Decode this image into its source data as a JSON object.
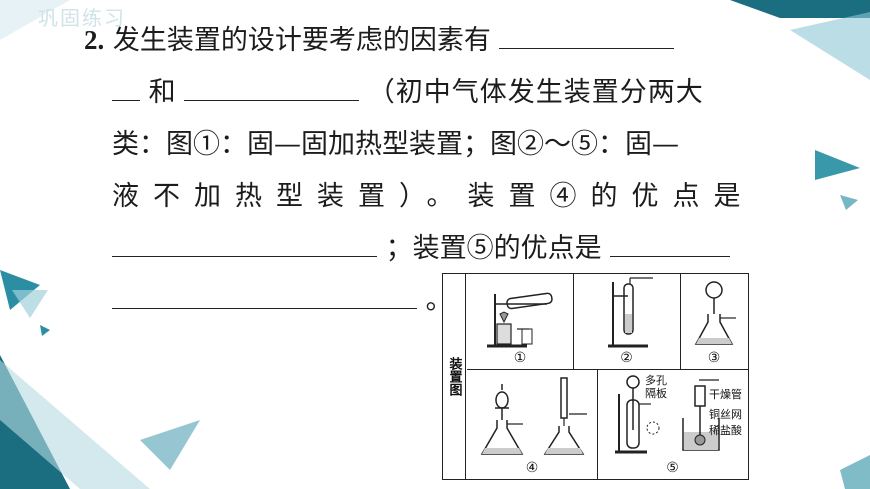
{
  "header": {
    "title": "巩固练习"
  },
  "question": {
    "number": "2.",
    "line1": "发生装置的设计要考虑的因素有",
    "line2_and": "和",
    "line2_text": "（初中气体发生装置分两大",
    "line3": "类：图①：固—固加热型装置；图②～⑤：固—",
    "line4": "液不加热型装置）。装置④的优点是",
    "line5": "；装置⑤的优点是",
    "line6_end": "。"
  },
  "figure": {
    "side_label": "装置图",
    "cells": [
      {
        "num": "①"
      },
      {
        "num": "②"
      },
      {
        "num": "③"
      },
      {
        "num": "④"
      },
      {
        "num": "⑤"
      }
    ],
    "labels": {
      "porous_plate_1": "多孔",
      "porous_plate_2": "隔板",
      "drying_tube": "干燥管",
      "copper_mesh": "铜丝网",
      "dilute_hcl": "稀盐酸"
    }
  },
  "colors": {
    "accent_teal": "#1f7f92",
    "accent_light": "#7fb8c6",
    "text": "#1c1c1c"
  }
}
